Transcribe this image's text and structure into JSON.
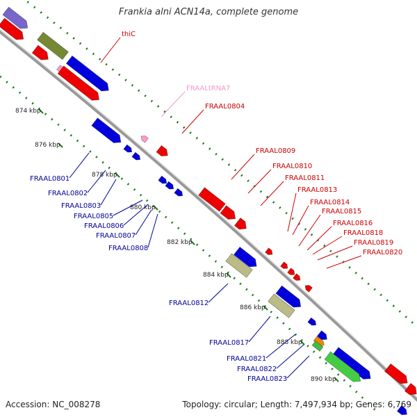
{
  "title": "Frankia alni ACN14a, complete genome",
  "accession_text": "Accession: NC_008278",
  "topology_text": "Topology: circular; Length: 7,497,934 bp; Genes: 6,769",
  "colors": {
    "backbone": "#999999",
    "tick": "#1a7a1a",
    "forward_label": "#cc0000",
    "reverse_label": "#000099",
    "trna_label": "#ee99cc"
  },
  "ticks": [
    "874 kbp",
    "876 kbp",
    "878 kbp",
    "880 kbp",
    "882 kbp",
    "884 kbp",
    "886 kbp",
    "888 kbp",
    "890 kbp"
  ],
  "forward_labels": [
    "thiC",
    "FRAALtRNA7",
    "FRAAL0804",
    "FRAAL0809",
    "FRAAL0810",
    "FRAAL0811",
    "FRAAL0813",
    "FRAAL0814",
    "FRAAL0815",
    "FRAAL0816",
    "FRAAL0818",
    "FRAAL0819",
    "FRAAL0820"
  ],
  "reverse_labels": [
    "FRAAL0801",
    "FRAAL0802",
    "FRAAL0803",
    "FRAAL0805",
    "FRAAL0806",
    "FRAAL0807",
    "FRAAL0808",
    "FRAAL0812",
    "FRAAL0817",
    "FRAAL0821",
    "FRAAL0822",
    "FRAAL0823"
  ]
}
